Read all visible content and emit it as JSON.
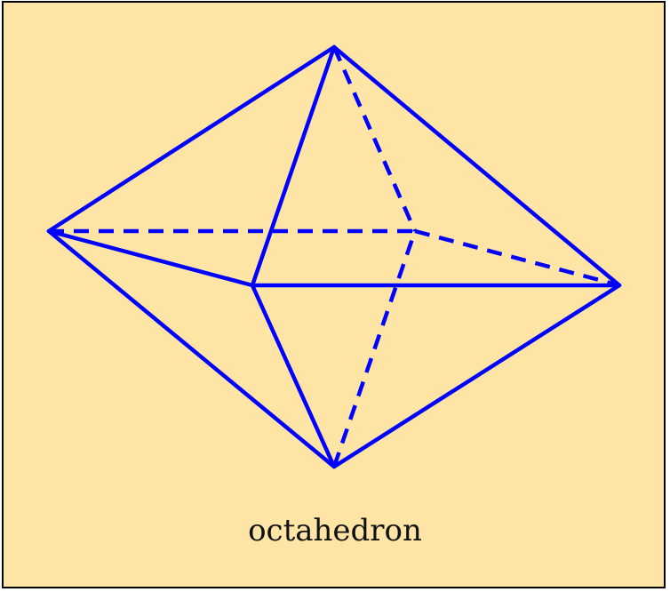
{
  "caption": "octahedron",
  "colors": {
    "background": "#fee5a5",
    "border": "#000000",
    "edge": "#0000ff"
  },
  "vertices": [
    "top",
    "bottom",
    "left",
    "right",
    "front",
    "back"
  ],
  "edges": [
    {
      "id": "top-left",
      "from": "top",
      "to": "left",
      "style": "solid"
    },
    {
      "id": "top-right",
      "from": "top",
      "to": "right",
      "style": "solid"
    },
    {
      "id": "top-front",
      "from": "top",
      "to": "front",
      "style": "solid"
    },
    {
      "id": "top-back",
      "from": "top",
      "to": "back",
      "style": "dashed"
    },
    {
      "id": "bottom-left",
      "from": "bottom",
      "to": "left",
      "style": "solid"
    },
    {
      "id": "bottom-right",
      "from": "bottom",
      "to": "right",
      "style": "solid"
    },
    {
      "id": "bottom-front",
      "from": "bottom",
      "to": "front",
      "style": "solid"
    },
    {
      "id": "bottom-back",
      "from": "bottom",
      "to": "back",
      "style": "dashed"
    },
    {
      "id": "left-front",
      "from": "left",
      "to": "front",
      "style": "solid"
    },
    {
      "id": "front-right",
      "from": "front",
      "to": "right",
      "style": "solid"
    },
    {
      "id": "left-back",
      "from": "left",
      "to": "back",
      "style": "dashed"
    },
    {
      "id": "back-right",
      "from": "back",
      "to": "right",
      "style": "dashed"
    }
  ]
}
